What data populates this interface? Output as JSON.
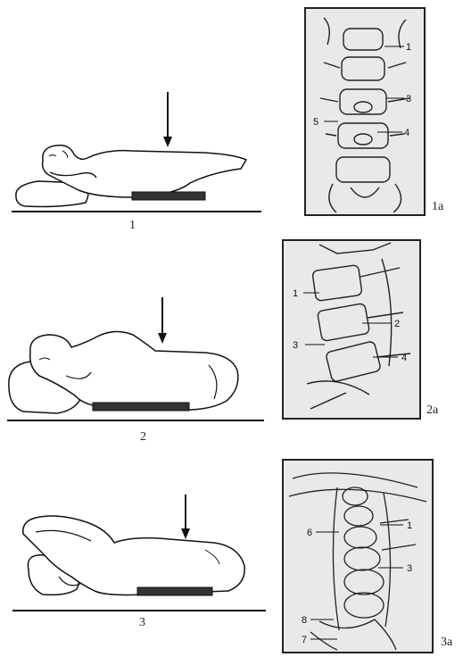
{
  "panels": [
    {
      "position_label": "1",
      "xray_label": "1a",
      "callouts": [
        "1",
        "3",
        "5",
        "4"
      ]
    },
    {
      "position_label": "2",
      "xray_label": "2a",
      "callouts": [
        "1",
        "2",
        "3",
        "4"
      ]
    },
    {
      "position_label": "3",
      "xray_label": "3a",
      "callouts": [
        "1",
        "6",
        "3",
        "8",
        "7"
      ]
    }
  ]
}
